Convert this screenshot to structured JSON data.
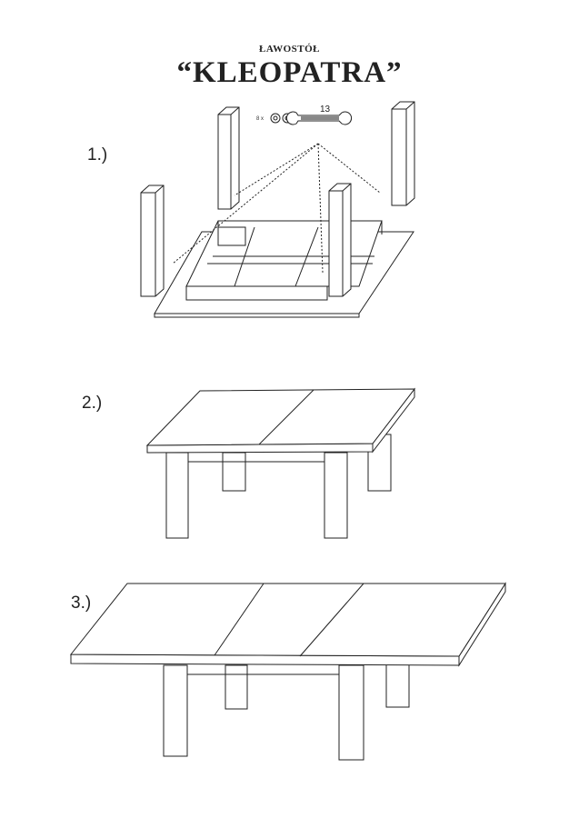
{
  "header": {
    "subtitle": "ŁAWOSTÓŁ",
    "title": "“KLEOPATRA”"
  },
  "hardware": {
    "quantity": "8 x",
    "wrench_size": "13"
  },
  "steps": [
    {
      "label": "1.)"
    },
    {
      "label": "2.)"
    },
    {
      "label": "3.)"
    }
  ]
}
